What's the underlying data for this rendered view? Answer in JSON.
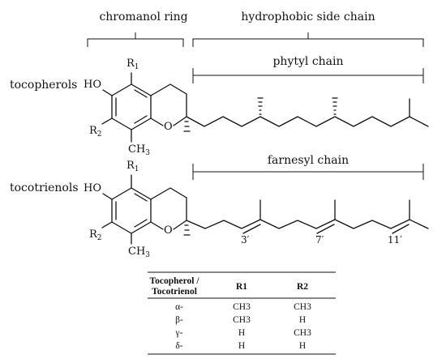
{
  "labels": {
    "chromanol_ring": "chromanol ring",
    "hydrophobic_side_chain": "hydrophobic side chain",
    "phytyl_chain": "phytyl chain",
    "farnesyl_chain": "farnesyl chain",
    "tocopherols": "tocopherols",
    "tocotrienols": "tocotrienols"
  },
  "atoms": {
    "hydroxyl": "HO",
    "r1": "R",
    "r1_sub": "1",
    "r2": "R",
    "r2_sub": "2",
    "oxygen": "O",
    "methyl": "CH",
    "methyl_sub": "3"
  },
  "positions": {
    "p3": "3′",
    "p7": "7′",
    "p11": "11′"
  },
  "table": {
    "header_line1": "Tocopherol /",
    "header_line2": "Tocotrienol",
    "col_r1": "R1",
    "col_r2": "R2",
    "rows": [
      {
        "form": "α-",
        "r1": "CH3",
        "r2": "CH3"
      },
      {
        "form": "β-",
        "r1": "CH3",
        "r2": "H"
      },
      {
        "form": "γ-",
        "r1": "H",
        "r2": "CH3"
      },
      {
        "form": "δ-",
        "r1": "H",
        "r2": "H"
      }
    ]
  }
}
